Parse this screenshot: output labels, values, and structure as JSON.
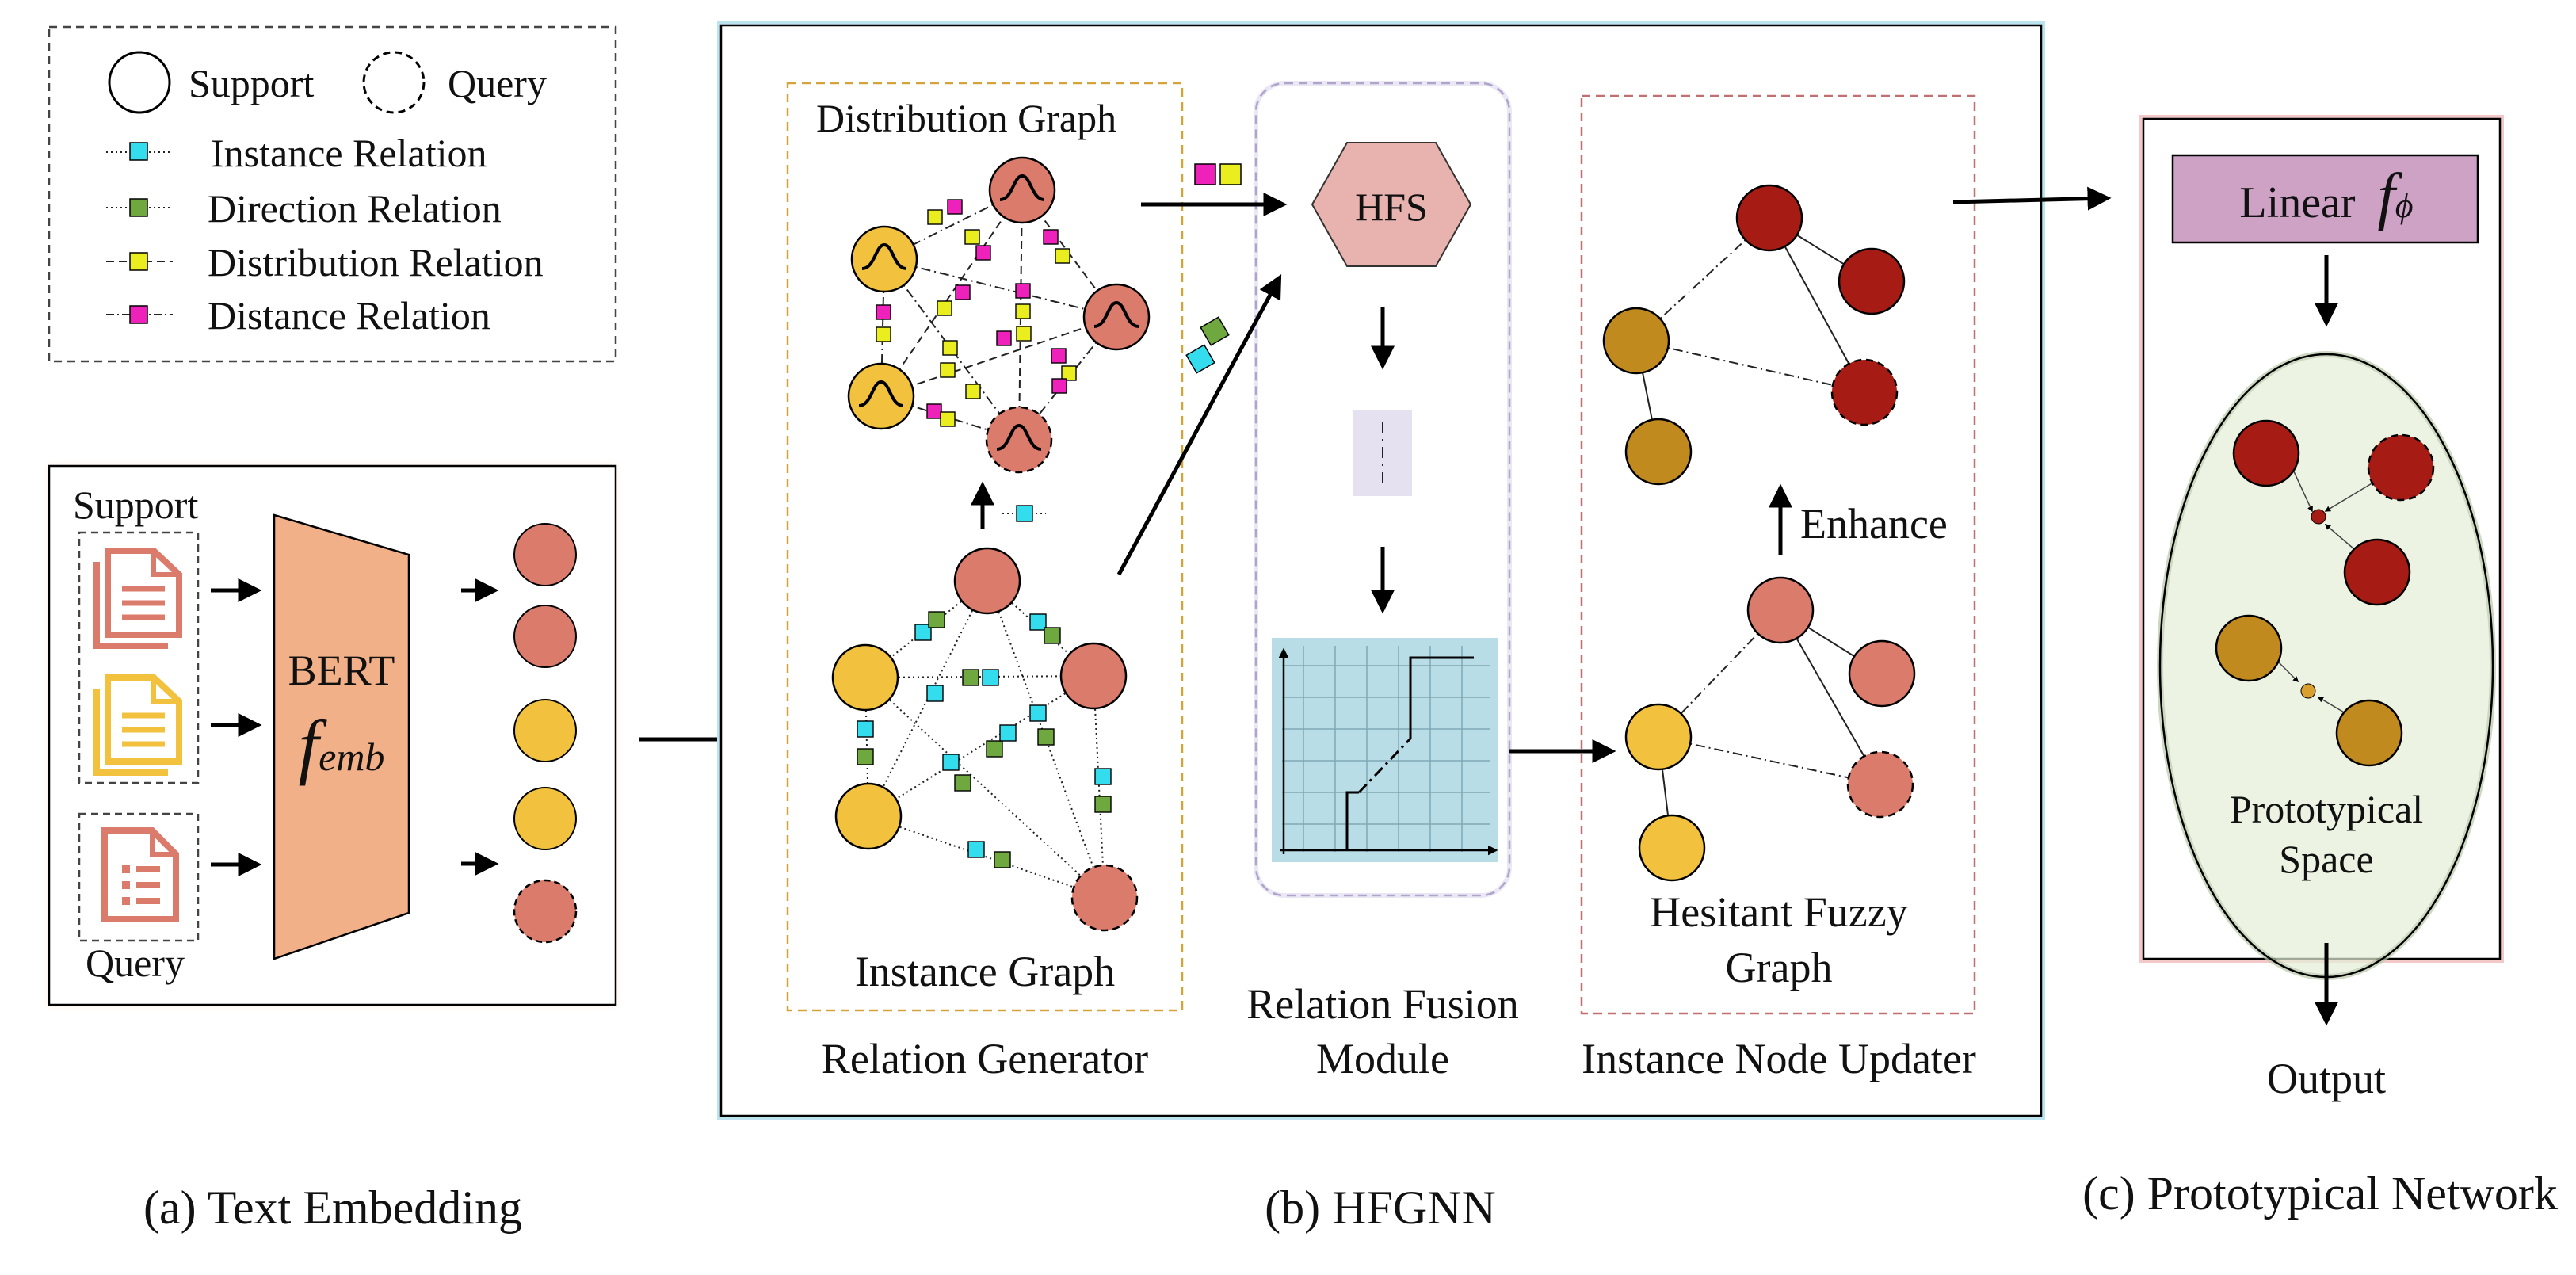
{
  "legend": {
    "support": "Support",
    "query": "Query",
    "instance_relation": "Instance Relation",
    "direction_relation": "Direction Relation",
    "distribution_relation": "Distribution Relation",
    "distance_relation": "Distance Relation"
  },
  "text_embedding": {
    "support_label": "Support",
    "query_label": "Query",
    "bert_label": "BERT",
    "f_symbol": "f",
    "f_subscript": "emb",
    "caption": "(a) Text Embedding"
  },
  "hfgnn": {
    "distribution_graph_label": "Distribution Graph",
    "instance_graph_label": "Instance Graph",
    "relation_generator_label": "Relation Generator",
    "hfs_label": "HFS",
    "relation_fusion_label_line1": "Relation Fusion",
    "relation_fusion_label_line2": "Module",
    "enhance_label": "Enhance",
    "hesitant_label_line1": "Hesitant Fuzzy",
    "hesitant_label_line2": "Graph",
    "node_updater_label": "Instance Node Updater",
    "caption": "(b) HFGNN"
  },
  "prototypical": {
    "linear_label": "Linear",
    "f_symbol": "f",
    "f_subscript": "ϕ",
    "space_label_line1": "Prototypical",
    "space_label_line2": "Space",
    "output_label": "Output",
    "caption": "(c) Prototypical Network"
  },
  "colors": {
    "support_red": "#DB7B6C",
    "support_yellow": "#F2C23E",
    "dark_red": "#A61C14",
    "dark_gold": "#C08A1E",
    "instance_relation": "#33DDEE",
    "direction_relation": "#6FA83E",
    "distribution_relation": "#EAEE1E",
    "distance_relation": "#EE22BB",
    "hfs_fill": "#E8B3AE",
    "linear_fill": "#CDA2C5",
    "bert_fill": "#F2B088",
    "grid_fill": "#B8DDE6",
    "space_fill": "#E4EFD8"
  }
}
